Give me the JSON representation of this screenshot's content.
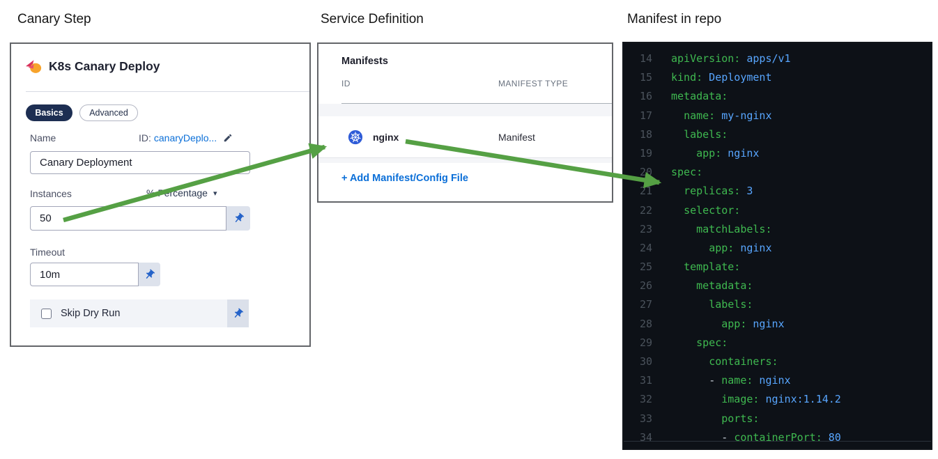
{
  "titles": {
    "left": "Canary Step",
    "middle": "Service Definition",
    "right": "Manifest in repo"
  },
  "canary_step": {
    "header": "K8s Canary Deploy",
    "tabs": [
      {
        "label": "Basics",
        "active": true
      },
      {
        "label": "Advanced",
        "active": false
      }
    ],
    "name_label": "Name",
    "id_prefix": "ID:",
    "id_value": "canaryDeplo...",
    "name_value": "Canary Deployment",
    "instances_label": "Instances",
    "instances_unit": "% Percentage",
    "instances_unit_caret": "▾",
    "instances_value": "50",
    "timeout_label": "Timeout",
    "timeout_value": "10m",
    "skip_dry_run_label": "Skip Dry Run",
    "skip_dry_run_checked": false
  },
  "service_definition": {
    "section_title": "Manifests",
    "columns": [
      "ID",
      "MANIFEST TYPE"
    ],
    "rows": [
      {
        "id": "nginx",
        "manifest_type": "Manifest",
        "icon": "kubernetes-icon"
      }
    ],
    "add_link": "+ Add Manifest/Config File"
  },
  "manifest_code": {
    "language": "yaml",
    "lines": [
      {
        "n": 14,
        "indent": 0,
        "key": "apiVersion",
        "value": "apps/v1"
      },
      {
        "n": 15,
        "indent": 0,
        "key": "kind",
        "value": "Deployment"
      },
      {
        "n": 16,
        "indent": 0,
        "key": "metadata",
        "value": null
      },
      {
        "n": 17,
        "indent": 2,
        "key": "name",
        "value": "my-nginx"
      },
      {
        "n": 18,
        "indent": 2,
        "key": "labels",
        "value": null
      },
      {
        "n": 19,
        "indent": 4,
        "key": "app",
        "value": "nginx"
      },
      {
        "n": 20,
        "indent": 0,
        "key": "spec",
        "value": null
      },
      {
        "n": 21,
        "indent": 2,
        "key": "replicas",
        "value": "3"
      },
      {
        "n": 22,
        "indent": 2,
        "key": "selector",
        "value": null
      },
      {
        "n": 23,
        "indent": 4,
        "key": "matchLabels",
        "value": null
      },
      {
        "n": 24,
        "indent": 6,
        "key": "app",
        "value": "nginx"
      },
      {
        "n": 25,
        "indent": 2,
        "key": "template",
        "value": null
      },
      {
        "n": 26,
        "indent": 4,
        "key": "metadata",
        "value": null
      },
      {
        "n": 27,
        "indent": 6,
        "key": "labels",
        "value": null
      },
      {
        "n": 28,
        "indent": 8,
        "key": "app",
        "value": "nginx"
      },
      {
        "n": 29,
        "indent": 4,
        "key": "spec",
        "value": null
      },
      {
        "n": 30,
        "indent": 6,
        "key": "containers",
        "value": null
      },
      {
        "n": 31,
        "indent": 6,
        "dash": true,
        "key": "name",
        "value": "nginx"
      },
      {
        "n": 32,
        "indent": 8,
        "key": "image",
        "value": "nginx:1.14.2"
      },
      {
        "n": 33,
        "indent": 8,
        "key": "ports",
        "value": null
      },
      {
        "n": 34,
        "indent": 8,
        "dash": true,
        "key": "containerPort",
        "value": "80"
      }
    ]
  },
  "colors": {
    "accent_blue": "#0b6fd8",
    "arrow_green": "#55a044",
    "tab_active_bg": "#1d2e52",
    "code_key_green": "#3fb950",
    "code_value_blue": "#58a6ff",
    "k8s_blue": "#2e5bd7",
    "pin_blue": "#2563c9",
    "code_background": "#0d1117"
  }
}
